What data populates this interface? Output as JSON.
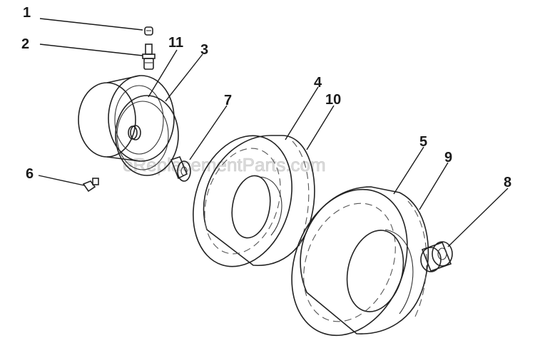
{
  "watermark": "eReplacementParts.com",
  "callouts": {
    "n1": "1",
    "n2": "2",
    "n3": "3",
    "n4": "4",
    "n5": "5",
    "n6": "6",
    "n7": "7",
    "n8": "8",
    "n9": "9",
    "n10": "10",
    "n11": "11"
  }
}
